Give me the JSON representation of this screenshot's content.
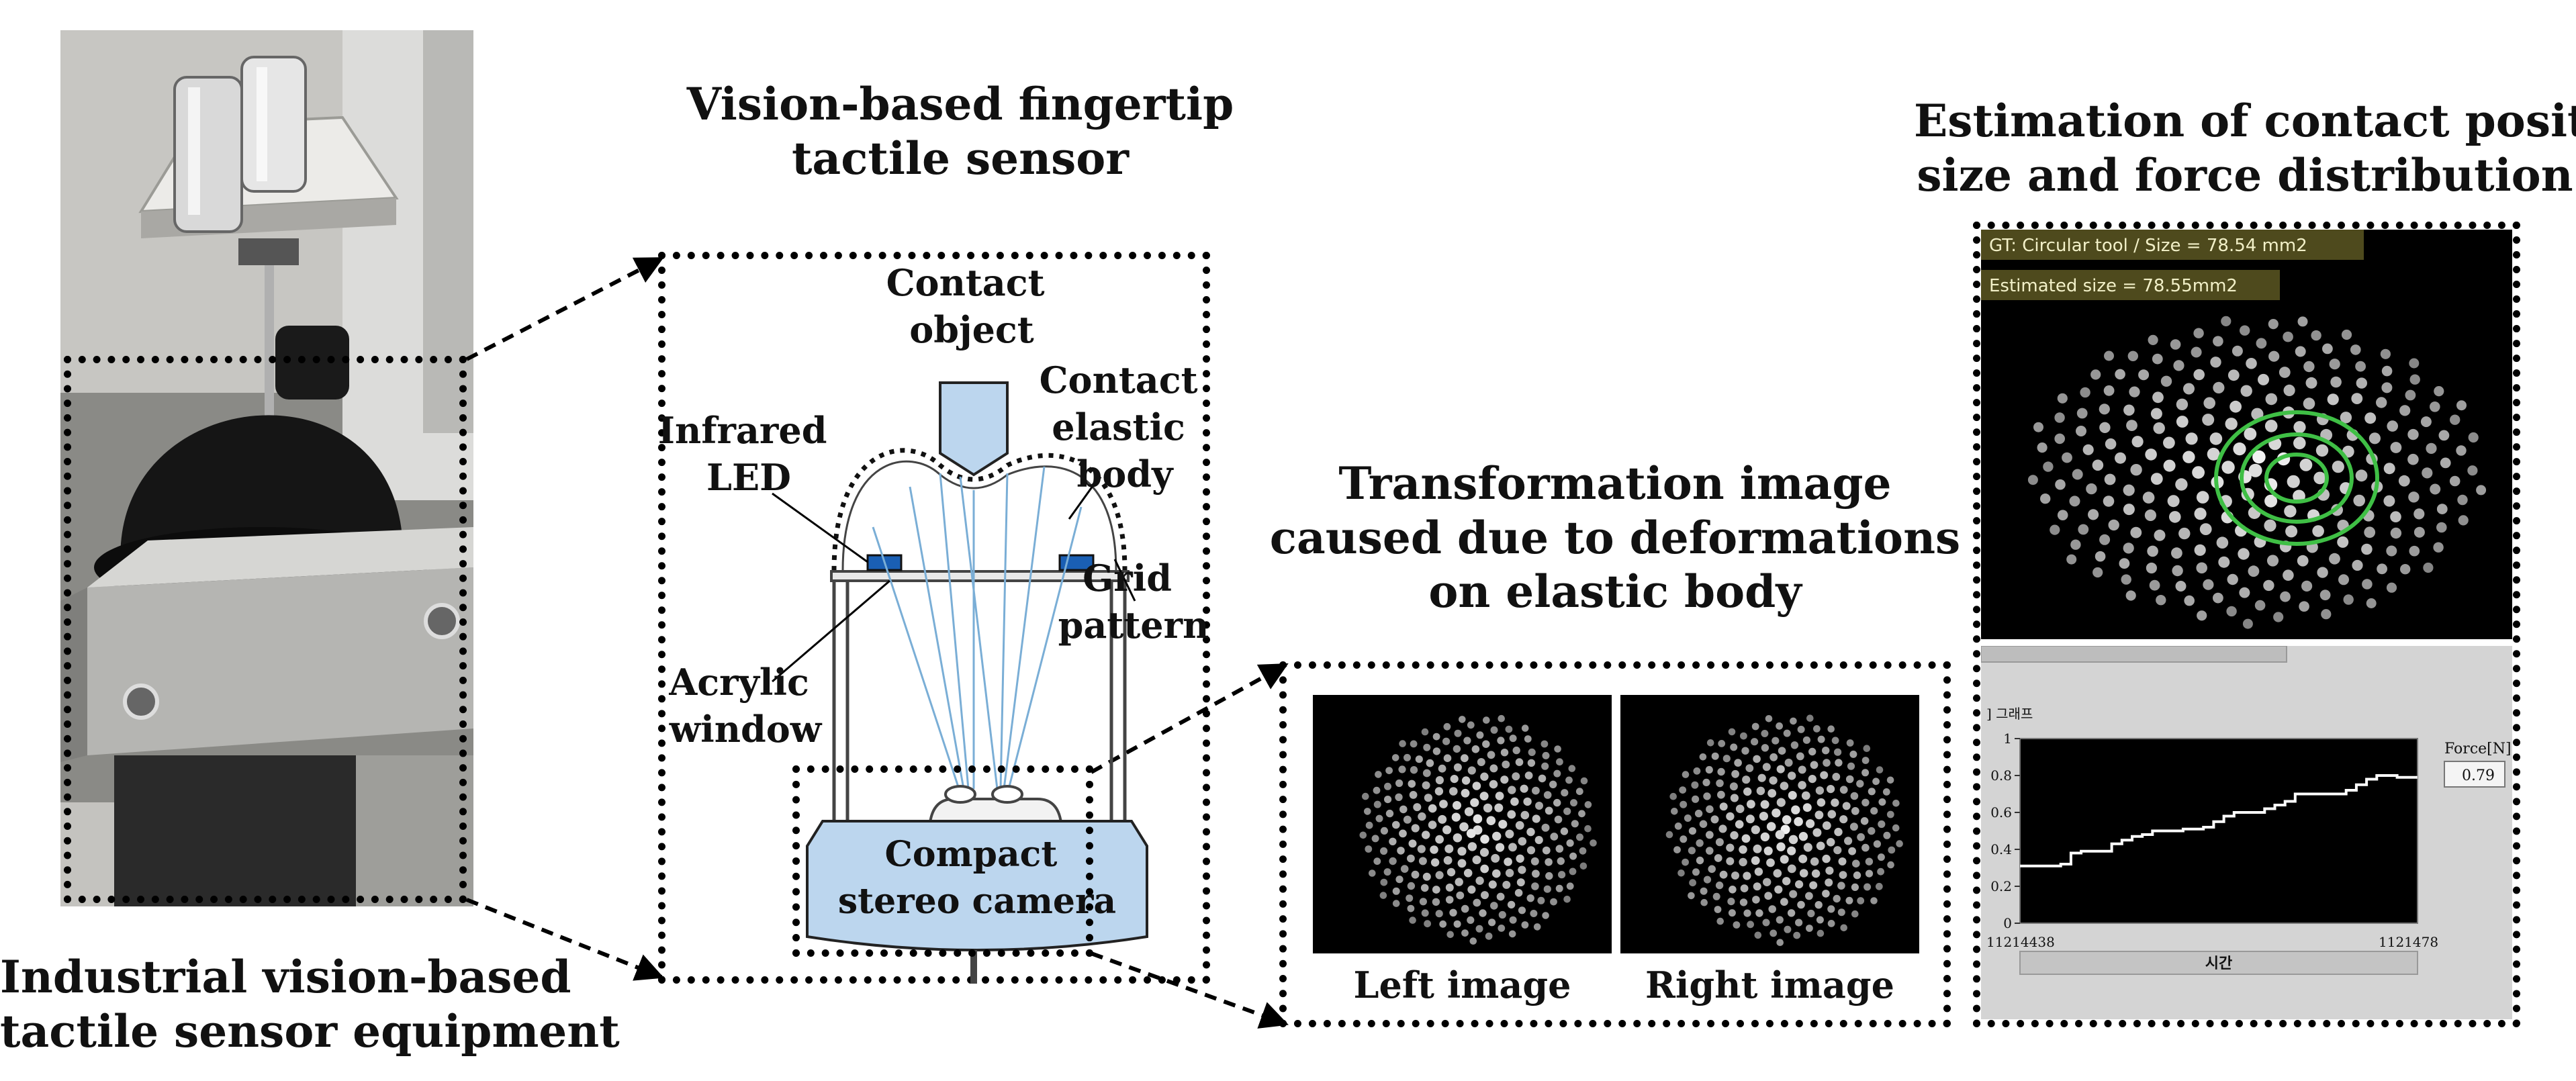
{
  "captions": {
    "equipment": [
      "Industrial vision-based",
      "tactile sensor equipment"
    ],
    "sensor": [
      "Vision-based fingertip",
      "tactile sensor"
    ],
    "transform": [
      "Transformation image",
      "caused due to deformations",
      "on elastic body"
    ],
    "estimation": [
      "Estimation of  contact position,",
      "size and force distribution"
    ]
  },
  "sensor_labels": {
    "contact_object": [
      "Contact",
      "object"
    ],
    "contact_elastic_body": [
      "Contact",
      "elastic",
      "body"
    ],
    "infrared_led": [
      "Infrared",
      "LED"
    ],
    "grid_pattern": [
      "Grid",
      "pattern"
    ],
    "acrylic_window": [
      "Acrylic",
      "window"
    ],
    "camera": [
      "Compact",
      "stereo camera"
    ]
  },
  "image_labels": {
    "left": "Left image",
    "right": "Right image"
  },
  "overlay": {
    "gt_label": "GT: Circular tool / Size = 78.54 mm2",
    "estimated_label": "Estimated size = 78.55mm2"
  },
  "chart_data": {
    "type": "line",
    "title": "] 그래프",
    "xlabel": "시간",
    "ylabel": "Force[N]",
    "x_tick_labels": [
      "11214438",
      "1121478"
    ],
    "yticks": [
      0,
      0.2,
      0.4,
      0.6,
      0.8,
      1
    ],
    "ylim": [
      0,
      1
    ],
    "current_value": "0.79",
    "series": [
      {
        "values": [
          0.31,
          0.31,
          0.31,
          0.31,
          0.32,
          0.38,
          0.39,
          0.39,
          0.39,
          0.43,
          0.45,
          0.47,
          0.48,
          0.5,
          0.5,
          0.5,
          0.51,
          0.51,
          0.52,
          0.55,
          0.58,
          0.6,
          0.6,
          0.6,
          0.62,
          0.64,
          0.66,
          0.7,
          0.7,
          0.7,
          0.7,
          0.7,
          0.72,
          0.75,
          0.78,
          0.8,
          0.8,
          0.79,
          0.79,
          0.79
        ]
      }
    ]
  },
  "colors": {
    "camera_fill": "#bcd6ee",
    "led_fill": "#1a5fb4",
    "ring": "#3fbf45",
    "ray": "#7aaed6",
    "label_bg": "#4e4a1d",
    "label_text": "#f2f0c8"
  }
}
